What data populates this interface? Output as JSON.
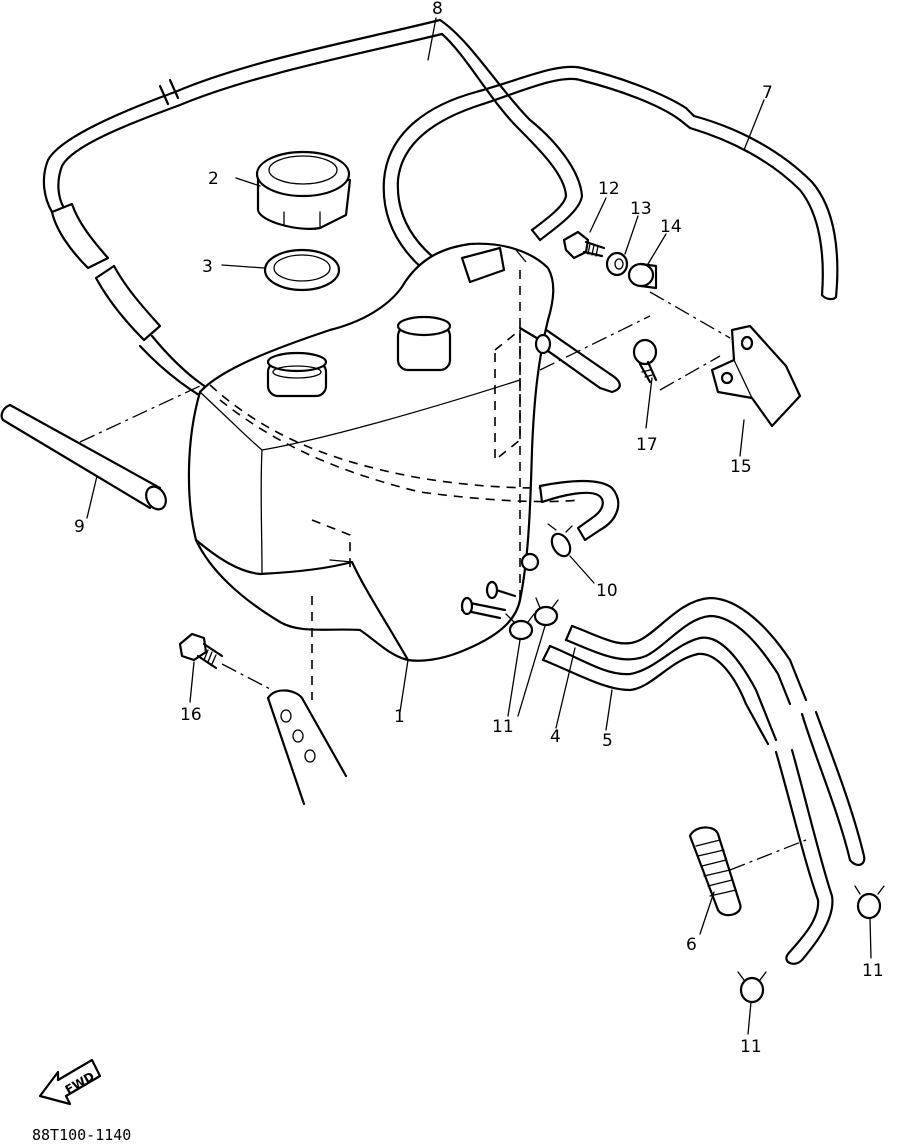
{
  "callouts": {
    "c1": "1",
    "c2": "2",
    "c3": "3",
    "c4": "4",
    "c5": "5",
    "c6": "6",
    "c7": "7",
    "c8": "8",
    "c9": "9",
    "c10": "10",
    "c11a": "11",
    "c11b": "11",
    "c11c": "11",
    "c12": "12",
    "c13": "13",
    "c14": "14",
    "c15": "15",
    "c16": "16",
    "c17": "17"
  },
  "fwd_label": "FWD",
  "drawing_code": "88T100-1140"
}
